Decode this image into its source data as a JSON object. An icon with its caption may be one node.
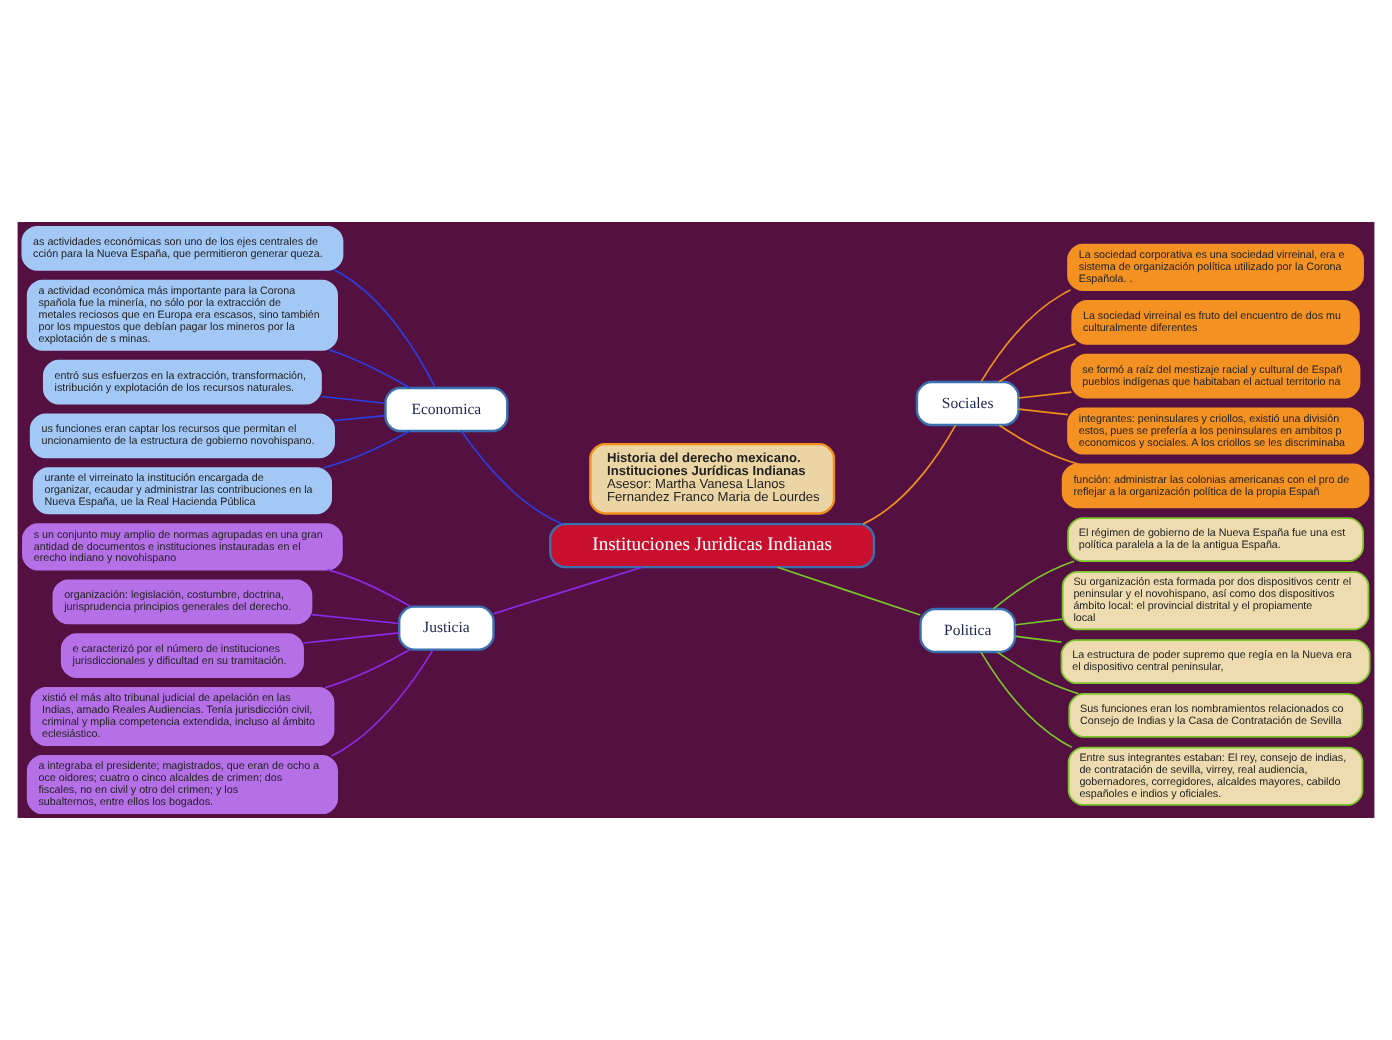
{
  "diagram": {
    "nodes": [
      {
        "text": [
          "Historia del derecho mexicano. Instituciones Jurídicas Indianas",
          "Asesor: Martha Vanesa Llanos Fernandez Franco Maria de Lourdes"
        ]
      },
      {
        "text": [
          "Instituciones Juridicas Indianas"
        ]
      },
      {
        "text": [
          "Economica"
        ]
      },
      {
        "text": [
          "as actividades económicas son uno de los ejes centrales de cción para la Nueva España, que permitieron generar queza."
        ]
      },
      {
        "text": [
          "a actividad económica más importante para la Corona spañola fue la minería, no sólo por la extracción de metales reciosos que en Europa era escasos, sino también por los mpuestos que debían pagar los mineros por la explotación de s minas."
        ]
      },
      {
        "text": [
          "entró sus esfuerzos en la extracción, transformación, istribución y explotación de los recursos naturales."
        ]
      },
      {
        "text": [
          "us funciones eran captar los recursos que permitan el uncionamiento de la estructura de gobierno novohispano."
        ]
      },
      {
        "text": [
          "urante el virreinato la institución encargada de organizar, ecaudar y administrar las contribuciones en la Nueva España, ue la Real Hacienda Pública"
        ]
      },
      {
        "text": [
          "Sociales"
        ]
      },
      {
        "text": [
          "La sociedad corporativa es una sociedad virreinal, era e sistema de organización política utilizado por la Corona Española. ."
        ]
      },
      {
        "text": [
          "La sociedad virreinal es fruto del encuentro de dos mu culturalmente diferentes"
        ]
      },
      {
        "text": [
          "se formó a raíz del mestizaje racial y cultural de Españ pueblos indígenas que habitaban el actual territorio na"
        ]
      },
      {
        "text": [
          "integrantes: peninsulares y criollos, existió una división estos, pues se prefería a los peninsulares en ambitos p economicos y sociales. A los criollos se les discriminaba"
        ]
      },
      {
        "text": [
          "función: administrar las colonias americanas con el pro de reflejar a la organización política de la propia Españ"
        ]
      },
      {
        "text": [
          "Justicia"
        ]
      },
      {
        "text": [
          "s un conjunto muy amplio de normas agrupadas en una gran antidad de documentos e instituciones instauradas en el erecho indiano y novohispano"
        ]
      },
      {
        "text": [
          "organización: legislación, costumbre, doctrina, jurisprudencia principios generales del derecho."
        ]
      },
      {
        "text": [
          "e caracterizó por el número de instituciones jurisdiccionales y dificultad en su tramitación."
        ]
      },
      {
        "text": [
          "xistió el más alto tribunal judicial de apelación en las Indias, amado Reales Audiencias. Tenía jurisdicción civil, criminal y mplia competencia extendida, incluso al ámbito eclesiástico."
        ]
      },
      {
        "text": [
          "a integraba el presidente; magistrados, que eran de ocho a oce oidores; cuatro o cinco alcaldes de crimen; dos fiscales, no en civil y otro del crimen; y los subalternos, entre ellos los bogados."
        ]
      },
      {
        "text": [
          "Politica"
        ]
      },
      {
        "text": [
          "El régimen de gobierno de la Nueva España fue una est política paralela a la de la antigua España."
        ]
      },
      {
        "text": [
          "Su organización esta formada por dos dispositivos centr el peninsular y el novohispano, así como dos dispositivos ámbito local: el provincial distrital y el propiamente local"
        ]
      },
      {
        "text": [
          "La estructura de poder supremo que regía en la Nueva era el dispositivo central peninsular,"
        ]
      },
      {
        "text": [
          "Sus funciones eran los nombramientos relacionados co Consejo de Indias y la Casa de Contratación de Sevilla"
        ]
      },
      {
        "text": [
          "Entre sus integrantes estaban: El rey, consejo de indias, de contratación de sevilla, virrey, real audiencia, gobernadores, corregidores, alcaldes mayores, cabildo españoles e indios y oficiales."
        ]
      }
    ],
    "edges": [
      {
        "from": 1,
        "to": 2,
        "arrow": "none",
        "color": "#2b3fe0"
      },
      {
        "from": 2,
        "to": 3,
        "arrow": "none",
        "color": "#2b3fe0"
      },
      {
        "from": 2,
        "to": 4,
        "arrow": "none",
        "color": "#2b3fe0"
      },
      {
        "from": 2,
        "to": 5,
        "arrow": "none",
        "color": "#2b3fe0"
      },
      {
        "from": 2,
        "to": 6,
        "arrow": "none",
        "color": "#2b3fe0"
      },
      {
        "from": 2,
        "to": 7,
        "arrow": "none",
        "color": "#2b3fe0"
      },
      {
        "from": 1,
        "to": 8,
        "arrow": "none",
        "color": "#f0901c"
      },
      {
        "from": 8,
        "to": 9,
        "arrow": "none",
        "color": "#f0901c"
      },
      {
        "from": 8,
        "to": 10,
        "arrow": "none",
        "color": "#f0901c"
      },
      {
        "from": 8,
        "to": 11,
        "arrow": "none",
        "color": "#f0901c"
      },
      {
        "from": 8,
        "to": 12,
        "arrow": "none",
        "color": "#f0901c"
      },
      {
        "from": 8,
        "to": 13,
        "arrow": "none",
        "color": "#f0901c"
      },
      {
        "from": 1,
        "to": 14,
        "arrow": "none",
        "color": "#8a2be2"
      },
      {
        "from": 14,
        "to": 15,
        "arrow": "none",
        "color": "#8a2be2"
      },
      {
        "from": 14,
        "to": 16,
        "arrow": "none",
        "color": "#8a2be2"
      },
      {
        "from": 14,
        "to": 17,
        "arrow": "none",
        "color": "#8a2be2"
      },
      {
        "from": 14,
        "to": 18,
        "arrow": "none",
        "color": "#8a2be2"
      },
      {
        "from": 14,
        "to": 19,
        "arrow": "none",
        "color": "#8a2be2"
      },
      {
        "from": 1,
        "to": 20,
        "arrow": "none",
        "color": "#7ac62a"
      },
      {
        "from": 20,
        "to": 21,
        "arrow": "none",
        "color": "#7ac62a"
      },
      {
        "from": 20,
        "to": 22,
        "arrow": "none",
        "color": "#7ac62a"
      },
      {
        "from": 20,
        "to": 23,
        "arrow": "none",
        "color": "#7ac62a"
      },
      {
        "from": 20,
        "to": 24,
        "arrow": "none",
        "color": "#7ac62a"
      },
      {
        "from": 20,
        "to": 25,
        "arrow": "none",
        "color": "#7ac62a"
      }
    ]
  }
}
